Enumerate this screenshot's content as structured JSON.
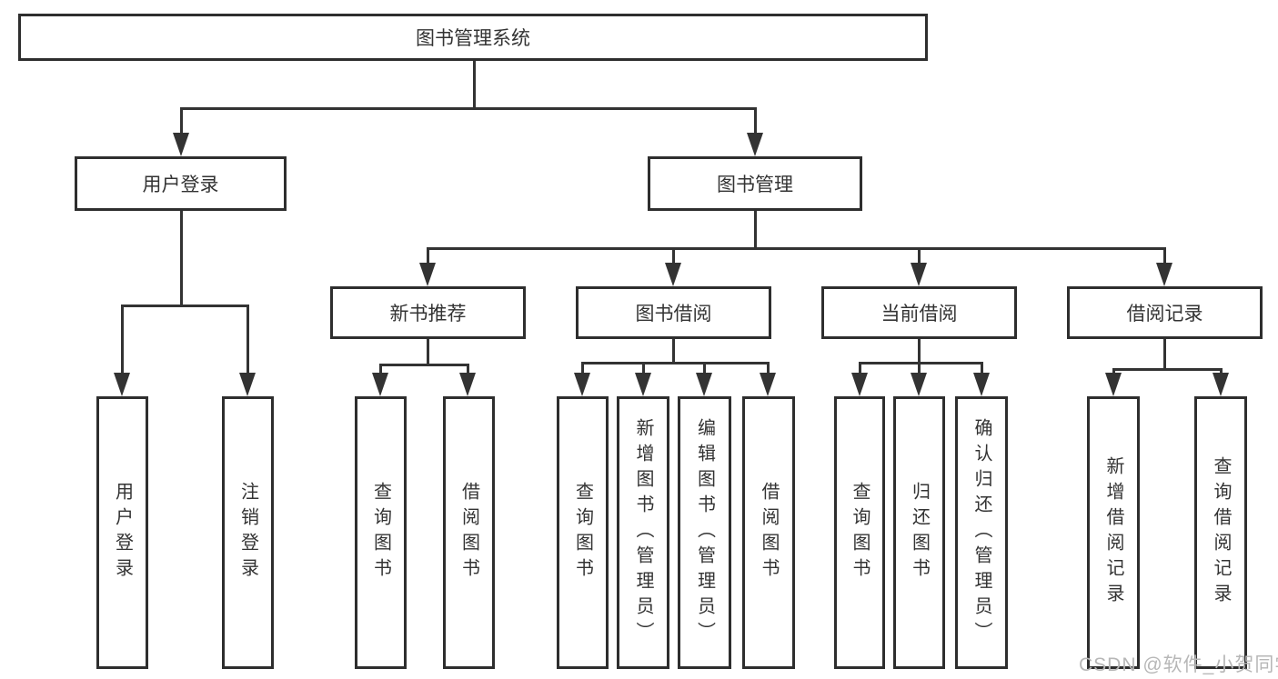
{
  "diagram": {
    "root": {
      "label": "图书管理系统",
      "children": [
        {
          "label": "用户登录",
          "children": [
            {
              "label": "用户登录"
            },
            {
              "label": "注销登录"
            }
          ]
        },
        {
          "label": "图书管理",
          "children": [
            {
              "label": "新书推荐",
              "children": [
                {
                  "label": "查询图书"
                },
                {
                  "label": "借阅图书"
                }
              ]
            },
            {
              "label": "图书借阅",
              "children": [
                {
                  "label": "查询图书"
                },
                {
                  "label": "新增图书（管理员）"
                },
                {
                  "label": "编辑图书（管理员）"
                },
                {
                  "label": "借阅图书"
                }
              ]
            },
            {
              "label": "当前借阅",
              "children": [
                {
                  "label": "查询图书"
                },
                {
                  "label": "归还图书"
                },
                {
                  "label": "确认归还（管理员）"
                }
              ]
            },
            {
              "label": "借阅记录",
              "children": [
                {
                  "label": "新增借阅记录"
                },
                {
                  "label": "查询借阅记录"
                }
              ]
            }
          ]
        }
      ]
    }
  },
  "watermark": {
    "text": "CSDN @软件_小贺同学"
  },
  "colors": {
    "line": "#333333",
    "box_border": "#2e2e2e",
    "box_background": "#ffffff",
    "text": "#333333",
    "watermark_text": "#b7b7b7",
    "page_background": "#ffffff"
  }
}
